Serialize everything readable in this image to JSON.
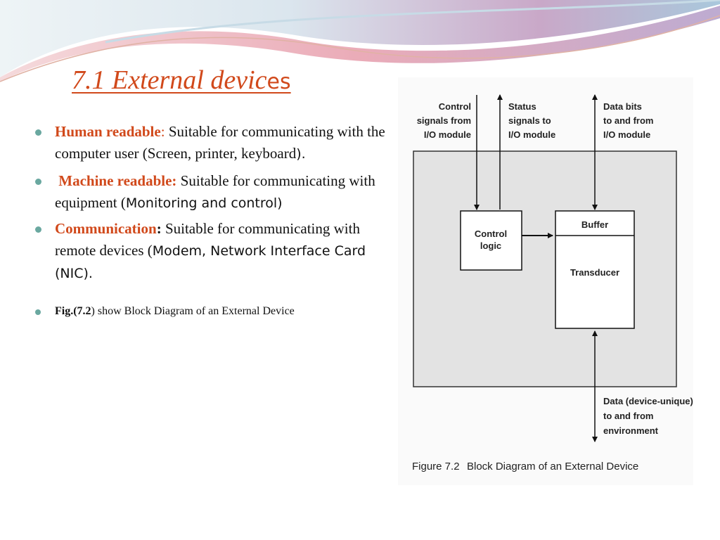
{
  "slide": {
    "title_main": "7.1 External devic",
    "title_tail": "es",
    "bullets": [
      {
        "term": "Human readable",
        "sep": ":",
        "text_a": " Suitable for communicating with the computer user (Screen, printer, keyboard",
        "text_b": ")."
      },
      {
        "term": "Machine readable:",
        "text_a": " Suitable for communicating with equipment (",
        "text_b": "Monitoring and control)"
      },
      {
        "term": "Communication",
        "sep": ":",
        "text_a": " Suitable for communicating with remote devices (",
        "text_b": "Modem, Network Interface Card (NIC)."
      },
      {
        "term": "Fig.(7.2",
        "text_a": ") show Block Diagram of an External Device"
      }
    ]
  },
  "figure": {
    "labels": {
      "control_signals": [
        "Control",
        "signals from",
        "I/O module"
      ],
      "status_signals": [
        "Status",
        "signals to",
        "I/O module"
      ],
      "data_bits": [
        "Data bits",
        "to and from",
        "I/O module"
      ],
      "control_logic": [
        "Control",
        "logic"
      ],
      "buffer": "Buffer",
      "transducer": "Transducer",
      "data_env": [
        "Data (device-unique)",
        "to and from",
        "environment"
      ]
    },
    "caption_num": "Figure 7.2",
    "caption_text": "Block Diagram of an External Device"
  },
  "colors": {
    "accent": "#d1491b",
    "bullet": "#6aa8a0",
    "panel": "#e3e3e3"
  }
}
